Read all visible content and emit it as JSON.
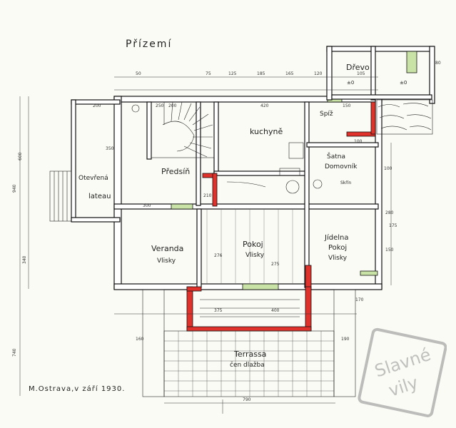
{
  "title": "Přízemí",
  "footer_note": "M.Ostrava,v září 1930.",
  "watermark": "Slavné vily",
  "rooms": {
    "drevo": "Dřevo",
    "kuchyne": "kuchyně",
    "predsin": "Předsíň",
    "otevrena_1": "Otevřená",
    "otevrena_2": "lateau",
    "spiz": "Spíž",
    "spizarna": "Spíž",
    "garderoba": "Šatna",
    "domovnik": "Domovník",
    "skrin": "Skřín",
    "veranda_1": "Veranda",
    "veranda_2": "Vlisky",
    "pokoj_1": "Pokoj",
    "pokoj_2": "Vlisky",
    "jidelna_1": "Jídelna",
    "jidelna_2": "Pokoj",
    "jidelna_3": "Vlisky",
    "terrasa_1": "Terrassa",
    "terrasa_2": "čen dlažba"
  },
  "dims": {
    "top": [
      "50",
      "75",
      "125",
      "185",
      "165",
      "120",
      "105",
      "80"
    ],
    "top2": [
      "200",
      "420",
      "250",
      "150"
    ],
    "left": [
      "600",
      "940",
      "340",
      "740"
    ],
    "bottom": [
      "160",
      "375",
      "400",
      "190"
    ],
    "bottom_total": "790",
    "right": [
      "170",
      "150",
      "100",
      "280",
      "175",
      "100"
    ],
    "inner": [
      "200",
      "350",
      "210",
      "276",
      "275",
      "300"
    ]
  },
  "colors": {
    "red_wall": "#e0322a",
    "green_wall": "#c9e3a6",
    "ink": "#111111",
    "paper": "#fbfbf6"
  }
}
